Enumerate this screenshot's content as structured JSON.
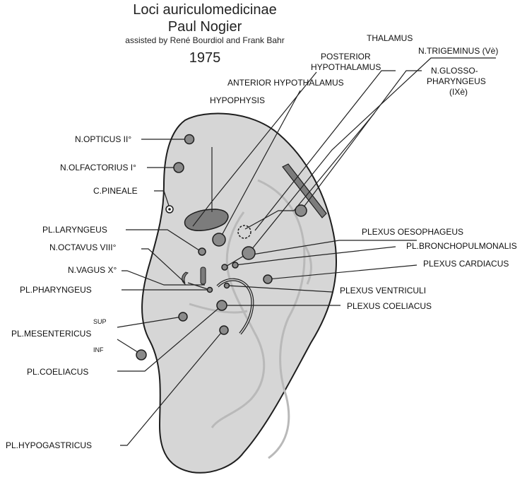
{
  "title": {
    "line1": "Loci auriculomedicinae",
    "line2": "Paul Nogier",
    "line3": "assisted by René Bourdiol and Frank Bahr",
    "line4": "1975"
  },
  "labels": {
    "thalamus": "THALAMUS",
    "n_trigeminus": "N.TRIGEMINUS (Vè)",
    "posterior_hypothalamus_1": "POSTERIOR",
    "posterior_hypothalamus_2": "HYPOTHALAMUS",
    "n_glosso_1": "N.GLOSSO-",
    "n_glosso_2": "PHARYNGEUS",
    "n_glosso_3": "(IXè)",
    "anterior_hypothalamus": "ANTERIOR HYPOTHALAMUS",
    "hypophysis": "HYPOPHYSIS",
    "n_opticus": "N.OPTICUS II°",
    "n_olfactorius": "N.OLFACTORIUS I°",
    "c_pineale": "C.PINEALE",
    "pl_laryngeus": "PL.LARYNGEUS",
    "n_octavus": "N.OCTAVUS VIII°",
    "n_vagus": "N.VAGUS X°",
    "pl_pharyngeus": "PL.PHARYNGEUS",
    "sup": "SUP",
    "pl_mesentericus": "PL.MESENTERICUS",
    "inf": "INF",
    "pl_coeliacus_left": "PL.COELIACUS",
    "pl_hypogastricus": "PL.HYPOGASTRICUS",
    "plexus_oesophageus": "PLEXUS OESOPHAGEUS",
    "pl_bronchopulmonalis": "PL.BRONCHOPULMONALIS",
    "plexus_cardiacus": "PLEXUS CARDIACUS",
    "plexus_ventriculi": "PLEXUS VENTRICULI",
    "plexus_coeliacus_right": "PLEXUS COELIACUS"
  },
  "colors": {
    "ear_fill": "#d6d6d6",
    "ear_stroke": "#1e1e1e",
    "point_fill": "#8a8a8a",
    "structure_fill": "#7c7c7c",
    "inner_lines": "#b9b9b9",
    "leader": "#222222"
  }
}
